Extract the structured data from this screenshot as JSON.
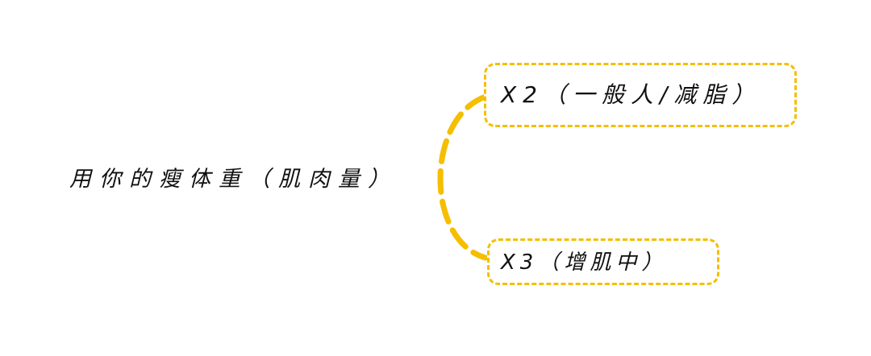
{
  "root": {
    "text": "用你的瘦体重（肌肉量）"
  },
  "branches": [
    {
      "text": "X2（一般人/减脂）"
    },
    {
      "text": "X3（增肌中）"
    }
  ],
  "colors": {
    "accent": "#F5BE00",
    "text": "#111111",
    "background": "#FFFFFF"
  }
}
